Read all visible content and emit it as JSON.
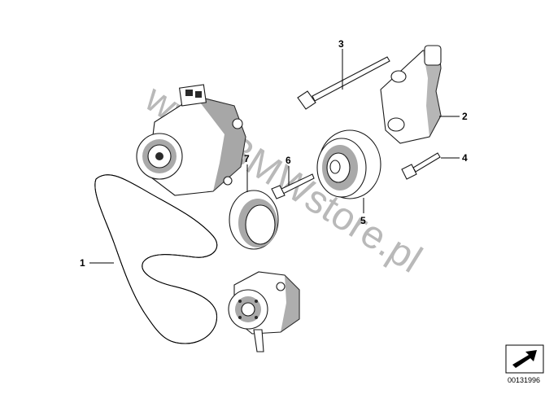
{
  "callouts": [
    {
      "id": "callout-1",
      "label": "1"
    },
    {
      "id": "callout-2",
      "label": "2"
    },
    {
      "id": "callout-3",
      "label": "3"
    },
    {
      "id": "callout-4",
      "label": "4"
    },
    {
      "id": "callout-5",
      "label": "5"
    },
    {
      "id": "callout-6",
      "label": "6"
    },
    {
      "id": "callout-7",
      "label": "7"
    }
  ],
  "watermark": "www.BMWstore.pl",
  "diagram_id": "00131996",
  "icon": "arrow-stamp-icon"
}
